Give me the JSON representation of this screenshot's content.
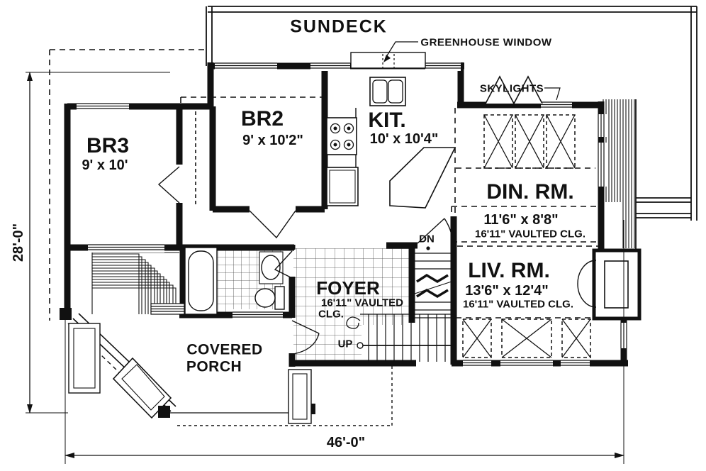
{
  "colors": {
    "ink": "#111111",
    "paper": "#ffffff"
  },
  "deck": {
    "label": "SUNDECK"
  },
  "callouts": {
    "greenhouse": "GREENHOUSE WINDOW",
    "skylights": "SKYLIGHTS"
  },
  "rooms": {
    "br3": {
      "name": "BR3",
      "dims": "9' x 10'"
    },
    "br2": {
      "name": "BR2",
      "dims": "9' x 10'2\""
    },
    "kitchen": {
      "name": "KIT.",
      "dims": "10' x 10'4\""
    },
    "dining": {
      "name": "DIN. RM.",
      "dims": "11'6\" x 8'8\"",
      "ceiling": "16'11\" VAULTED CLG."
    },
    "living": {
      "name": "LIV. RM.",
      "dims": "13'6\" x 12'4\"",
      "ceiling": "16'11\" VAULTED CLG."
    },
    "foyer": {
      "name": "FOYER",
      "ceiling_line1": "16'11\" VAULTED",
      "ceiling_line2": "CLG."
    },
    "porch": {
      "name_line1": "COVERED",
      "name_line2": "PORCH"
    }
  },
  "stairs": {
    "up": "UP",
    "down": "DN"
  },
  "dimensions": {
    "overall_width": "46'-0\"",
    "overall_depth": "28'-0\""
  }
}
